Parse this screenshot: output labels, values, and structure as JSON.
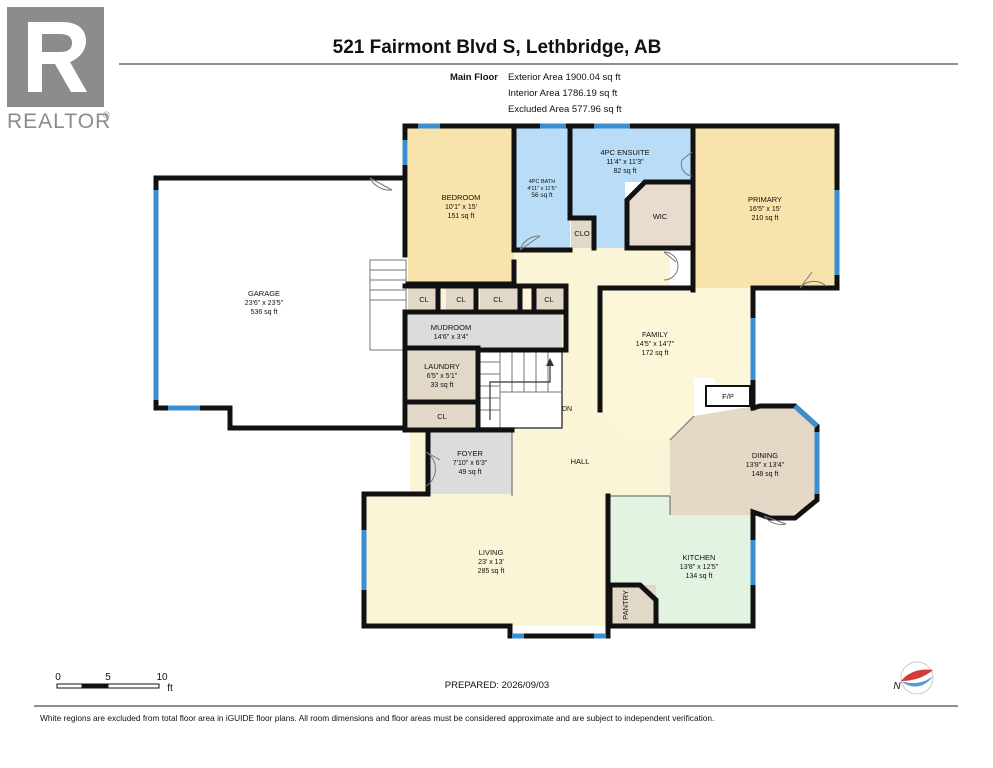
{
  "header": {
    "title": "521 Fairmont Blvd S, Lethbridge, AB",
    "floor_label": "Main Floor",
    "exterior_area": "Exterior Area 1900.04 sq ft",
    "interior_area": "Interior Area 1786.19 sq ft",
    "excluded_area": "Excluded Area 577.96 sq ft"
  },
  "logo": {
    "text": "REALTOR",
    "mark": "®"
  },
  "colors": {
    "bedroom": "#f7e3ab",
    "bath": "#b9dcf7",
    "wic": "#e7dccd",
    "closet": "#e2d8c8",
    "mudroom": "#dcdcdc",
    "hall": "#fbf5d8",
    "family": "#fcf7d9",
    "dining": "#e4d9c7",
    "kitchen": "#e3f3e2",
    "wall": "#111111",
    "window": "#3a8fd0"
  },
  "rooms": {
    "garage": {
      "name": "GARAGE",
      "dims": "23'6\" x 23'5\"",
      "area": "536 sq ft"
    },
    "bedroom": {
      "name": "BEDROOM",
      "dims": "10'1\" x 15'",
      "area": "151 sq ft"
    },
    "bath4pc": {
      "name": "4PC BATH",
      "dims": "4'11\" x 11'5\"",
      "area": "56 sq ft"
    },
    "ensuite": {
      "name": "4PC ENSUITE",
      "dims": "11'4\" x 11'3\"",
      "area": "82 sq ft"
    },
    "primary": {
      "name": "PRIMARY",
      "dims": "16'5\" x 15'",
      "area": "210 sq ft"
    },
    "wic": {
      "name": "WIC"
    },
    "clo": {
      "name": "CLO"
    },
    "mudroom": {
      "name": "MUDROOM",
      "dims": "14'6\" x 3'4\""
    },
    "laundry": {
      "name": "LAUNDRY",
      "dims": "6'5\" x 5'1\"",
      "area": "33 sq ft"
    },
    "family": {
      "name": "FAMILY",
      "dims": "14'5\" x 14'7\"",
      "area": "172 sq ft"
    },
    "fireplace": {
      "name": "F/P"
    },
    "dining": {
      "name": "DINING",
      "dims": "13'8\" x 13'4\"",
      "area": "148 sq ft"
    },
    "foyer": {
      "name": "FOYER",
      "dims": "7'10\" x 6'3\"",
      "area": "49 sq ft"
    },
    "hall": {
      "name": "HALL"
    },
    "living": {
      "name": "LIVING",
      "dims": "23' x 13'",
      "area": "285 sq ft"
    },
    "kitchen": {
      "name": "KITCHEN",
      "dims": "13'8\" x 12'5\"",
      "area": "134 sq ft"
    },
    "pantry": {
      "name": "PANTRY"
    },
    "stair": {
      "name": "DN"
    },
    "closets": [
      "CL",
      "CL",
      "CL",
      "CL",
      "CL"
    ]
  },
  "scale": {
    "ticks": [
      "0",
      "5",
      "10"
    ],
    "unit": "ft"
  },
  "prepared": "PREPARED: 2026/09/03",
  "compass": {
    "label": "N"
  },
  "footer": "White regions are excluded from total floor area in iGUIDE floor plans. All room dimensions and floor areas must be considered approximate and are subject to independent verification."
}
